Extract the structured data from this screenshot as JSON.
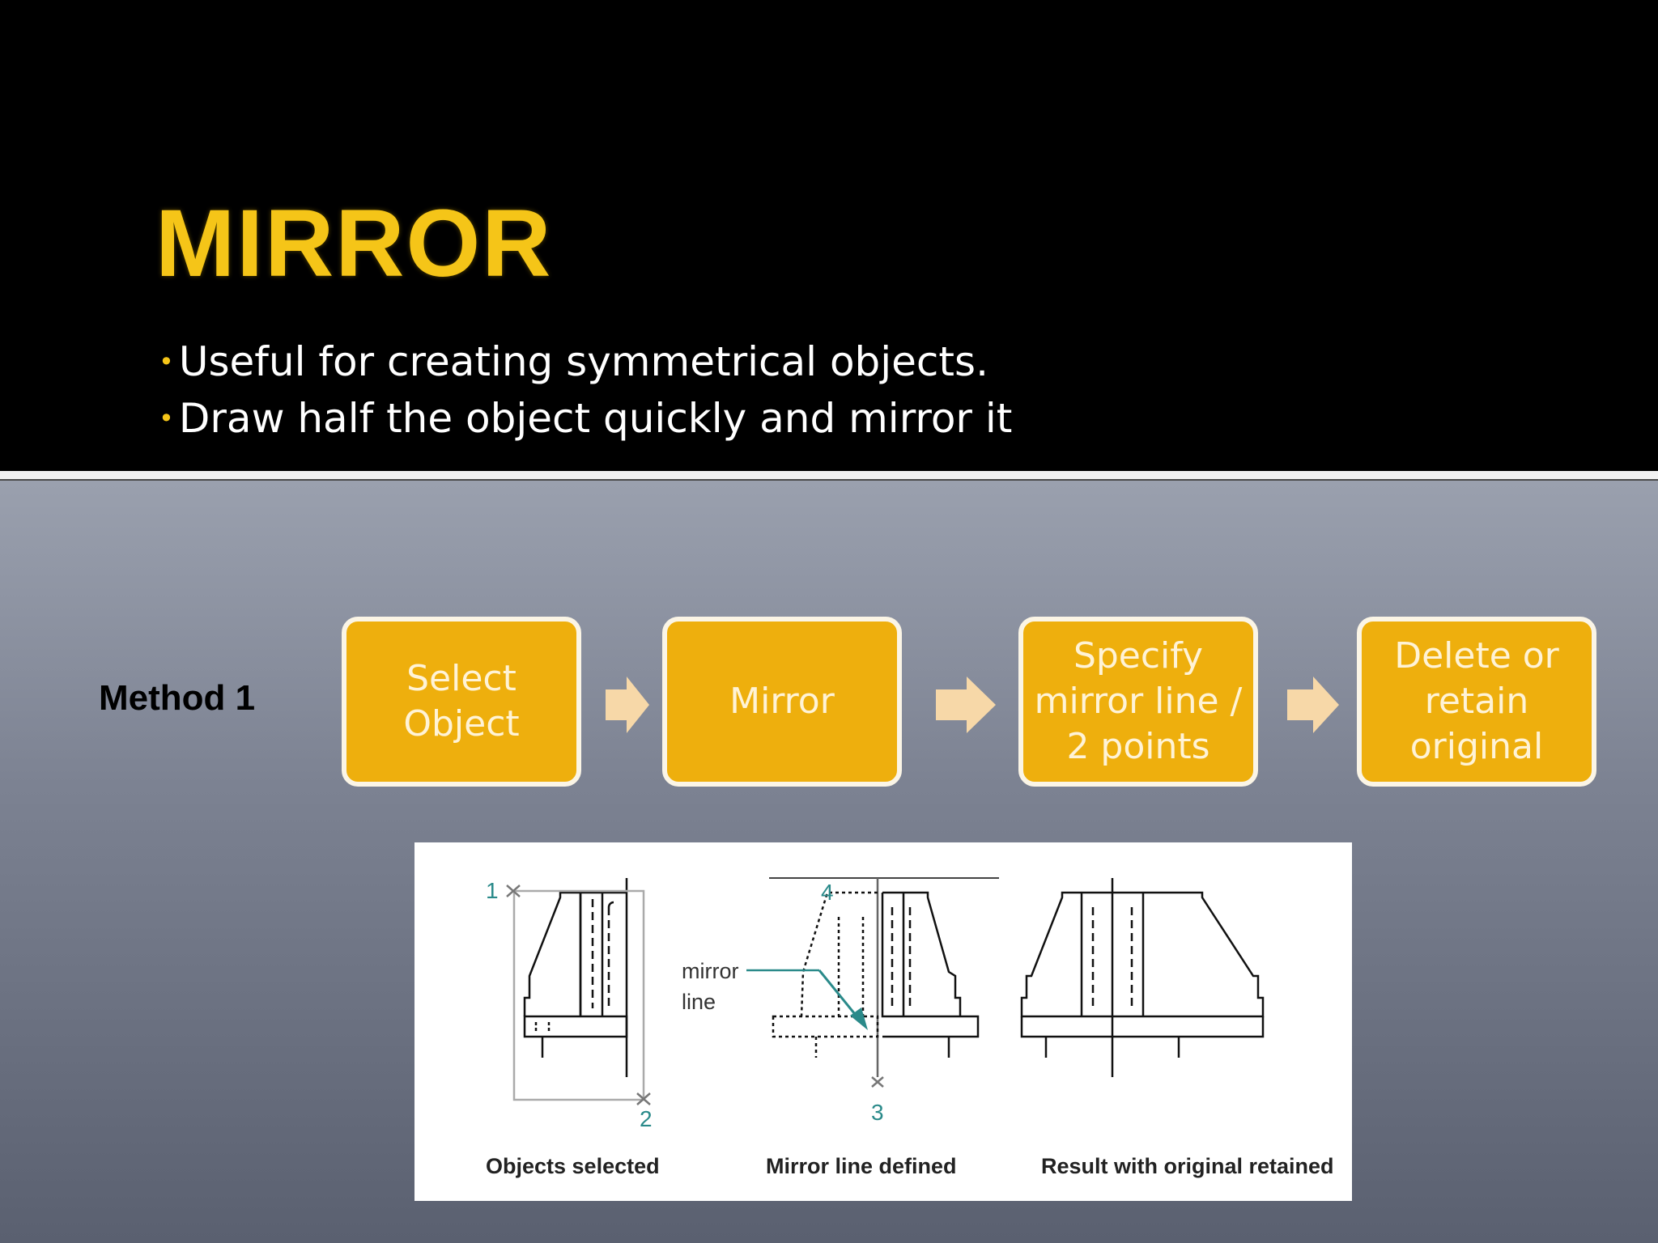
{
  "slide": {
    "title": "MIRROR",
    "bullets": [
      "Useful for creating symmetrical objects.",
      "Draw half the object quickly and mirror it"
    ],
    "bullet_marker": "•",
    "colors": {
      "title": "#f5c518",
      "step_fill": "#eeaf0d",
      "arrow": "#f7d8a8"
    }
  },
  "method": {
    "label": "Method 1",
    "steps": [
      {
        "line1": "Select",
        "line2": "Object"
      },
      {
        "line1": "Mirror"
      },
      {
        "line1": "Specify",
        "line2": "mirror line /",
        "line3": "2 points"
      },
      {
        "line1": "Delete or",
        "line2": "retain",
        "line3": "original"
      }
    ]
  },
  "figure": {
    "captions": [
      "Objects selected",
      "Mirror line defined",
      "Result with original retained"
    ],
    "mirror_label_line1": "mirror",
    "mirror_label_line2": "line",
    "points": [
      "1",
      "2",
      "3",
      "4"
    ]
  }
}
